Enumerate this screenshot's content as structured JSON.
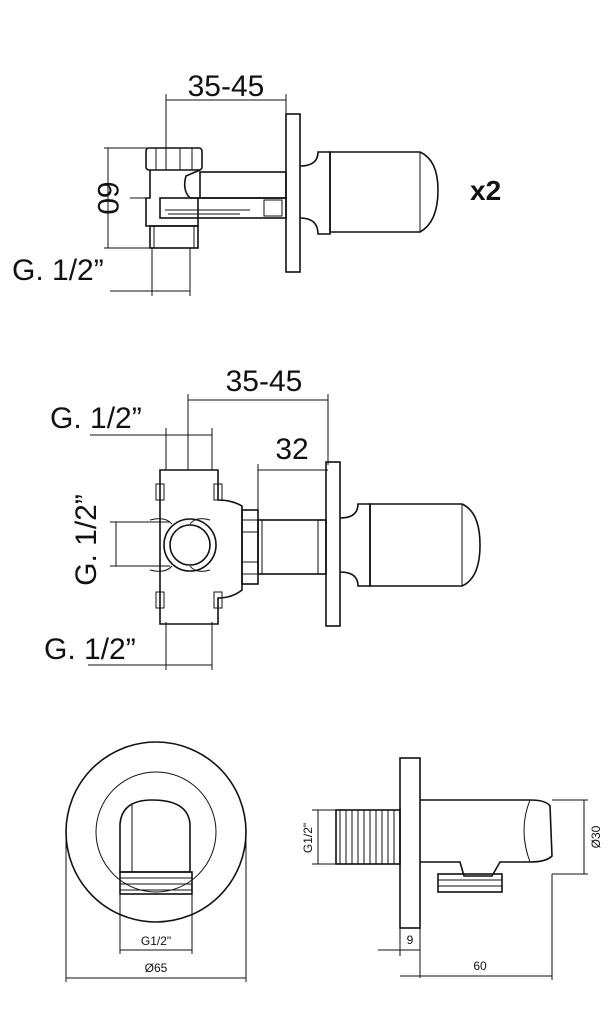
{
  "top_view": {
    "dim_depth": "35-45",
    "dim_height": "60",
    "dim_thread": "G. 1/2”",
    "quantity": "x2"
  },
  "middle_view": {
    "dim_depth": "35-45",
    "dim_thread_top": "G. 1/2”",
    "dim_stem": "32",
    "dim_thread_side": "G. 1/2”",
    "dim_thread_bottom": "G. 1/2”"
  },
  "outlet_front_view": {
    "dim_thread": "G1/2\"",
    "dim_diameter": "Ø65"
  },
  "outlet_side_view": {
    "dim_thread": "G1/2\"",
    "dim_diameter": "Ø30",
    "dim_flange": "9",
    "dim_length": "60"
  }
}
